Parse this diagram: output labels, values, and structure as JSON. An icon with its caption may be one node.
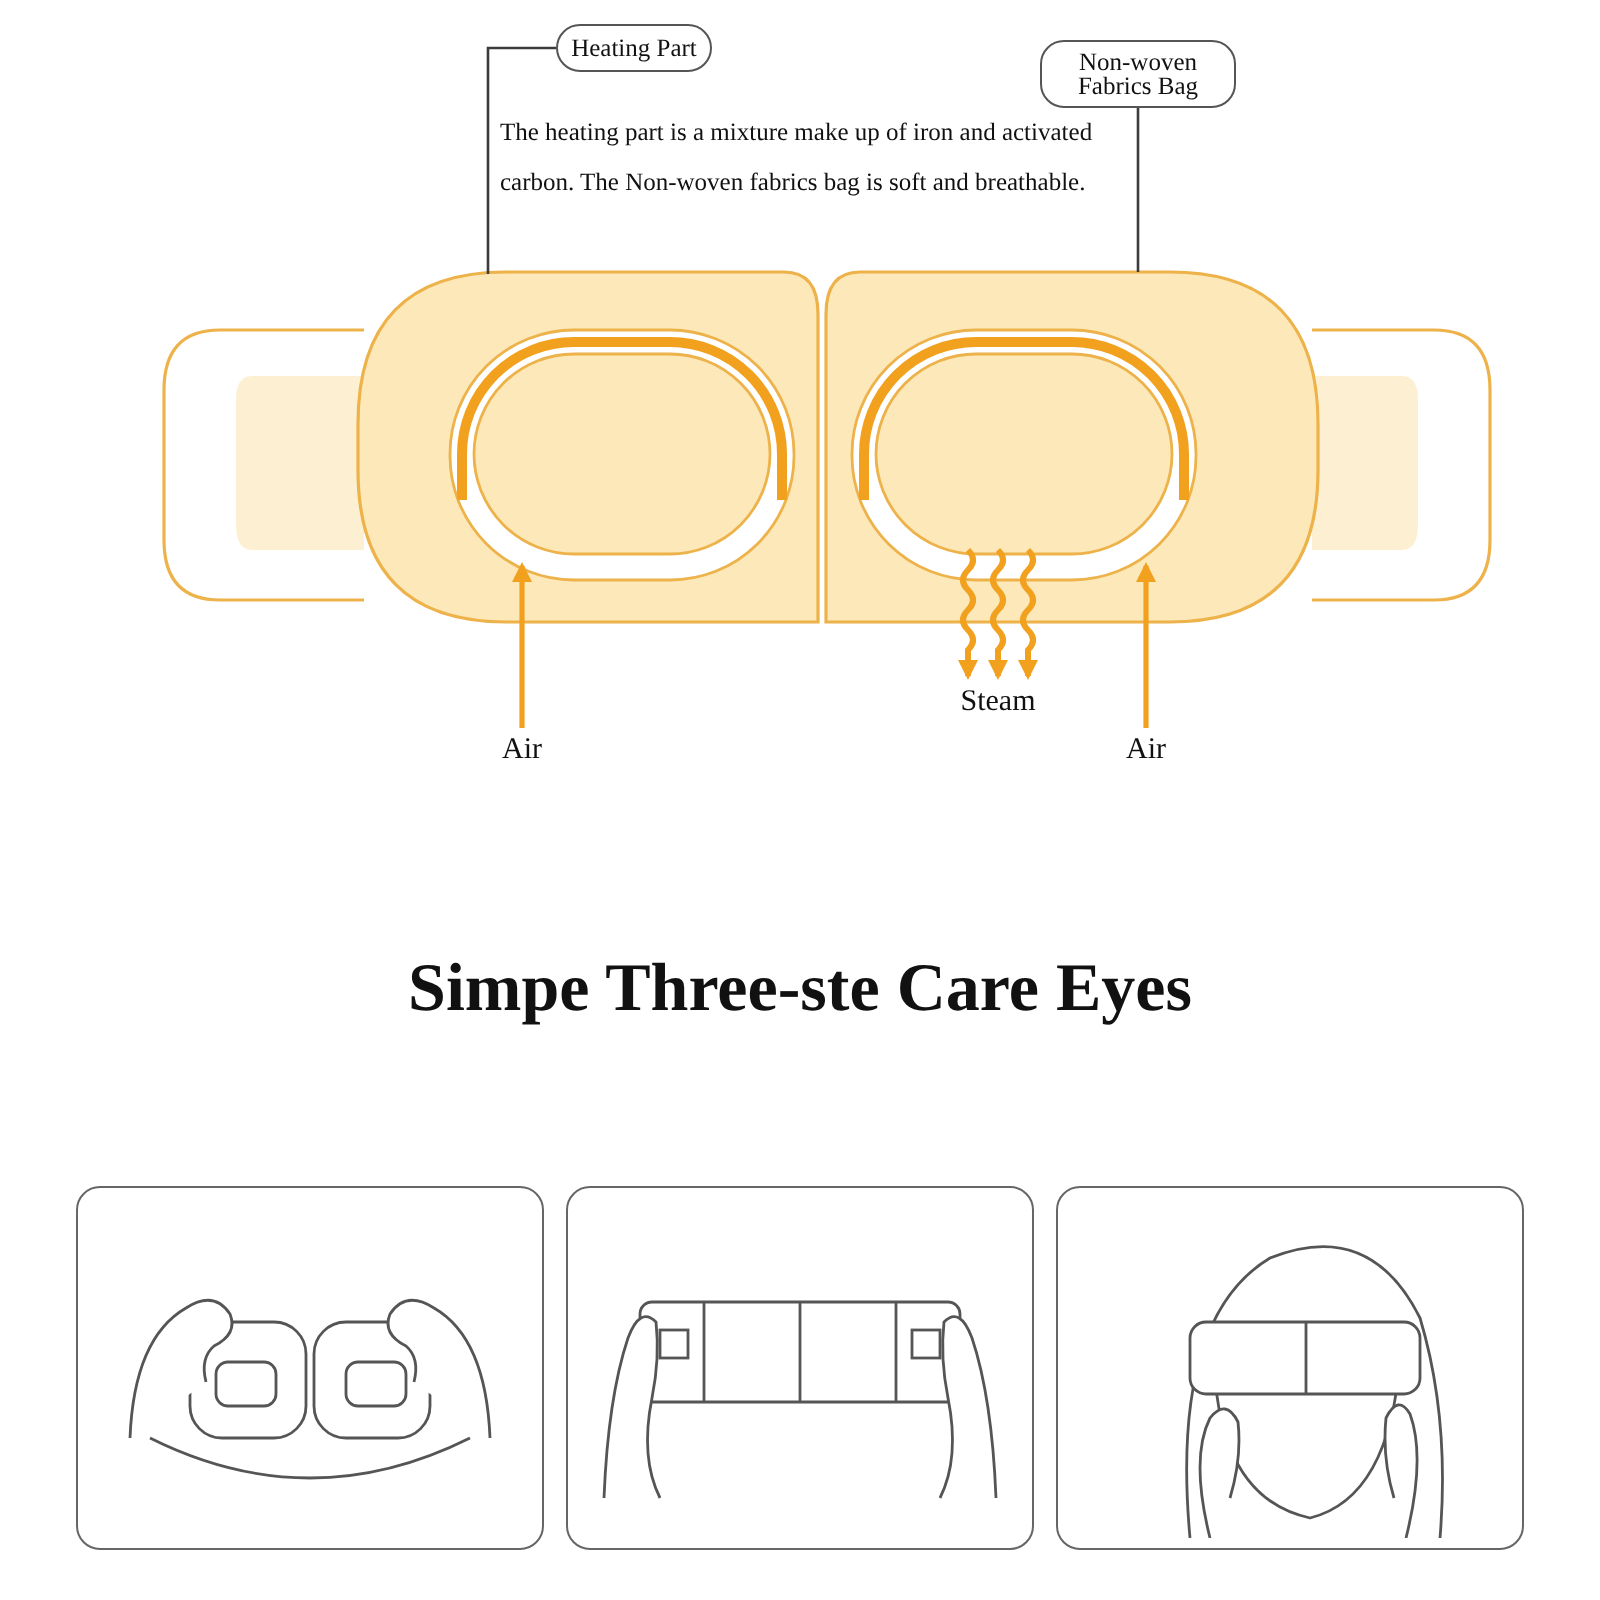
{
  "diagram": {
    "title": "Simpe Three-ste Care Eyes",
    "nodes": [
      {
        "text": [
          "Heating Part"
        ]
      },
      {
        "text": [
          "Non-woven Fabrics Bag"
        ]
      },
      {
        "text": [],
        "shape": "box"
      },
      {
        "text": [],
        "shape": "box"
      },
      {
        "text": [
          "Air"
        ]
      },
      {
        "text": [
          "Air"
        ]
      },
      {
        "text": [
          "Steam"
        ]
      }
    ],
    "edges": [
      {
        "from": 0,
        "to": 2,
        "arrow": "none",
        "color": "#3c3c3c"
      },
      {
        "from": 1,
        "to": 3,
        "arrow": "none",
        "color": "#3c3c3c"
      },
      {
        "from": 4,
        "to": 2,
        "arrow": "to"
      },
      {
        "from": 3,
        "to": 6,
        "arrow": "to"
      },
      {
        "from": 3,
        "to": 6,
        "arrow": "to"
      },
      {
        "from": 3,
        "to": 6,
        "arrow": "to"
      },
      {
        "from": 5,
        "to": 3,
        "arrow": "to"
      }
    ],
    "labels": [
      "The heating part is a mixture make up of iron and activated carbon. The Non-woven fabrics bag is soft and breathable."
    ]
  }
}
